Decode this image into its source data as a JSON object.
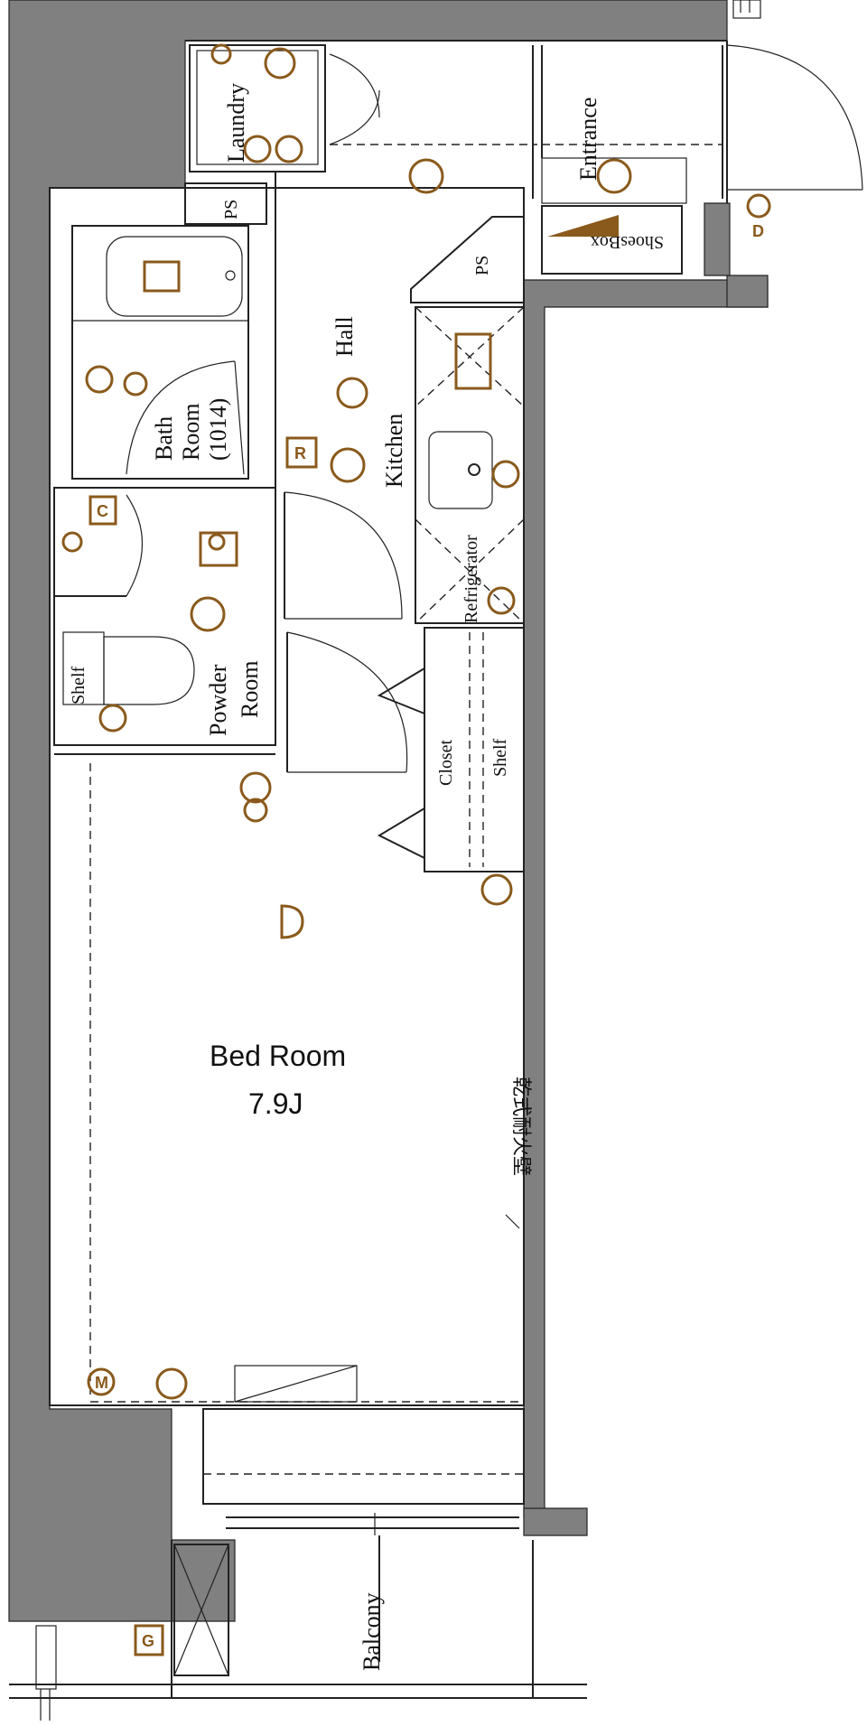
{
  "rooms": {
    "laundry": "Laundry",
    "entrance": "Entrance",
    "shoesbox": "ShoesBox",
    "ps_left": "PS",
    "ps_right": "PS",
    "hall": "Hall",
    "kitchen": "Kitchen",
    "bath_line1": "Bath",
    "bath_line2": "Room",
    "bath_line3": "(1014)",
    "refrigerator": "Refrigerator",
    "powder_line1": "Powder",
    "powder_line2": "Room",
    "shelf_toilet": "Shelf",
    "closet": "Closet",
    "closet_shelf": "Shelf",
    "bedroom": "Bed Room",
    "bedroom_size": "7.9J",
    "fire_wall": "乾式耐火壁",
    "balcony": "Balcony"
  },
  "symbols": {
    "c": "C",
    "r": "R",
    "d": "D",
    "d2": "D",
    "m": "M",
    "g": "G"
  },
  "colors": {
    "wall": "#808080",
    "symbol": "#8a5a1c",
    "line": "#222222"
  }
}
